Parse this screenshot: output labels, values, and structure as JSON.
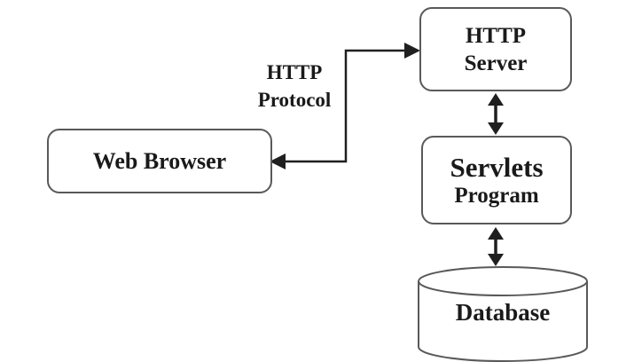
{
  "diagram": {
    "title": "Web Browser / HTTP Server / Servlets / Database architecture",
    "colors": {
      "background": "#ffffff",
      "box_border": "#595959",
      "arrow": "#1f1f1f",
      "text": "#1a1a1a"
    },
    "nodes": {
      "web_browser": {
        "label": "Web Browser",
        "shape": "rounded-rectangle"
      },
      "http_server": {
        "line1": "HTTP",
        "line2": "Server",
        "shape": "rounded-rectangle"
      },
      "servlets_program": {
        "line1": "Servlets",
        "line2": "Program",
        "shape": "rounded-rectangle"
      },
      "database": {
        "label": "Database",
        "shape": "cylinder"
      }
    },
    "edges": {
      "browser_server": {
        "label_line1": "HTTP",
        "label_line2": "Protocol",
        "from": "Web Browser",
        "to": "HTTP Server",
        "style": "elbow, arrowheads at both ends"
      },
      "server_servlets": {
        "from": "HTTP Server",
        "to": "Servlets Program",
        "style": "vertical double-headed arrow"
      },
      "servlets_database": {
        "from": "Servlets Program",
        "to": "Database",
        "style": "vertical double-headed arrow"
      }
    }
  }
}
